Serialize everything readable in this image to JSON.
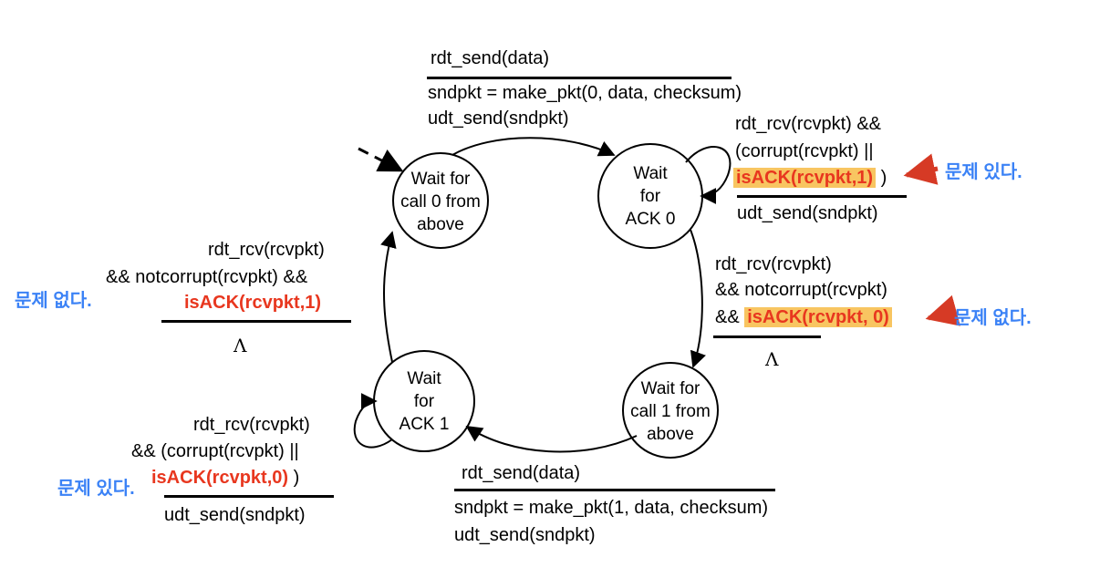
{
  "states": {
    "wait_call0": [
      "Wait for",
      "call 0 from",
      "above"
    ],
    "wait_ack0": [
      "Wait",
      "for",
      "ACK 0"
    ],
    "wait_call1": [
      "Wait for",
      "call 1 from",
      "above"
    ],
    "wait_ack1": [
      "Wait",
      "for",
      "ACK 1"
    ]
  },
  "top_transition": {
    "event": "rdt_send(data)",
    "action1": "sndpkt = make_pkt(0, data, checksum)",
    "action2": "udt_send(sndpkt)"
  },
  "ack0_selfloop": {
    "line1": "rdt_rcv(rcvpkt) &&",
    "line2": "(corrupt(rcvpkt) ||",
    "line3_hl": "isACK(rcvpkt,1)",
    "line3_tail": " )",
    "action": "udt_send(sndpkt)",
    "note": "문제 있다."
  },
  "right_transition": {
    "line1": "rdt_rcv(rcvpkt)",
    "line2": "&& notcorrupt(rcvpkt)",
    "line3_prefix": "&& ",
    "line3_hl": "isACK(rcvpkt, 0)",
    "lambda": "Λ",
    "note": "문제 없다."
  },
  "left_transition": {
    "line1": "rdt_rcv(rcvpkt)",
    "line2": "&& notcorrupt(rcvpkt) &&",
    "line3_hl": "isACK(rcvpkt,1)",
    "lambda": "Λ",
    "note": "문제 없다."
  },
  "ack1_selfloop": {
    "line1": "rdt_rcv(rcvpkt)",
    "line2": "&& (corrupt(rcvpkt) ||",
    "line3_hl": "isACK(rcvpkt,0)",
    "line3_tail": " )",
    "action": "udt_send(sndpkt)",
    "note": "문제 있다."
  },
  "bottom_transition": {
    "event": "rdt_send(data)",
    "action1": "sndpkt = make_pkt(1, data, checksum)",
    "action2": "udt_send(sndpkt)"
  }
}
